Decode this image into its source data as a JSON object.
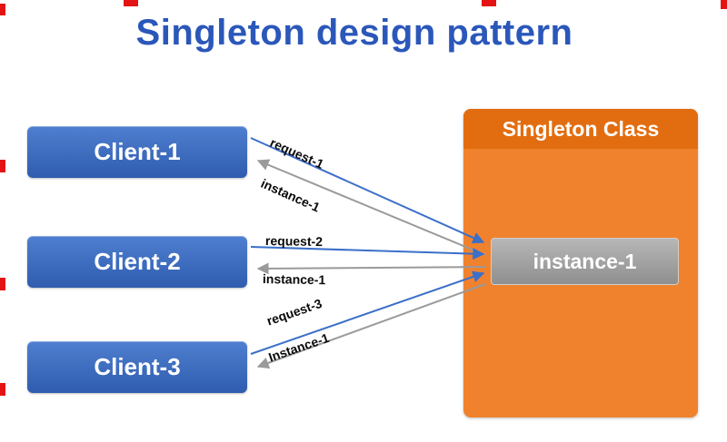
{
  "title": "Singleton design pattern",
  "colors": {
    "title_color": "#2b57ba",
    "client_box": "#4f7fd0",
    "client_box_dark": "#2f5cae",
    "singleton_bg": "#f0822e",
    "singleton_header": "#e26d10",
    "instance_box": "#8f8f8f",
    "instance_box_light": "#b7b7b7",
    "request_arrow": "#3b6fc9",
    "response_arrow": "#9a9a9a",
    "marker_red": "#e51414"
  },
  "clients": [
    {
      "label": "Client-1"
    },
    {
      "label": "Client-2"
    },
    {
      "label": "Client-3"
    }
  ],
  "singleton": {
    "title": "Singleton Class",
    "instance_label": "instance-1"
  },
  "arrows": [
    {
      "request_label": "request-1",
      "response_label": "instance-1"
    },
    {
      "request_label": "request-2",
      "response_label": "instance-1"
    },
    {
      "request_label": "request-3",
      "response_label": "Instance-1"
    }
  ]
}
